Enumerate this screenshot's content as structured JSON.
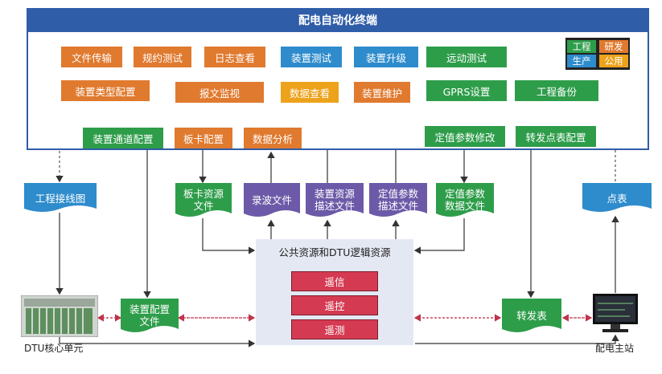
{
  "title": "配电自动化终端",
  "buttons": {
    "file_transfer": "文件传输",
    "protocol_test": "规约测试",
    "log_view": "日志查看",
    "device_test": "装置测试",
    "device_upgrade": "装置升级",
    "telecontrol_test": "远动测试",
    "device_type_config": "装置类型配置",
    "message_monitor": "报文监视",
    "data_view": "数据查看",
    "device_maintenance": "装置维护",
    "gprs_settings": "GPRS设置",
    "project_backup": "工程备份",
    "channel_config": "装置通道配置",
    "board_config": "板卡配置",
    "data_analysis": "数据分析",
    "setting_modify": "定值参数修改",
    "forward_table_config": "转发点表配置"
  },
  "legend": {
    "engineering": "工程",
    "rnd": "研发",
    "production": "生产",
    "public": "公用"
  },
  "documents": {
    "wiring_diagram": "工程接线图",
    "board_resource_file": [
      "板卡资源",
      "文件"
    ],
    "wave_file": "录波文件",
    "device_resource_desc": [
      "装置资源",
      "描述文件"
    ],
    "setting_desc": [
      "定值参数",
      "描述文件"
    ],
    "setting_data": [
      "定值参数",
      "数据文件"
    ],
    "point_table": "点表",
    "device_config_file": [
      "装置配置",
      "文件"
    ],
    "forward_table": "转发表"
  },
  "resources": {
    "label": "公共资源和DTU逻辑资源",
    "items": [
      "遥信",
      "遥控",
      "遥测"
    ]
  },
  "captions": {
    "dtu_core": "DTU核心单元",
    "master_station": "配电主站"
  },
  "colors": {
    "engineering": "#e07a2f",
    "rnd": "#2e8ccc",
    "production": "#2e9d4a",
    "public": "#eda21b",
    "frame": "#2f5da8",
    "file": "#6c5aa8",
    "signal": "#d43a52"
  }
}
